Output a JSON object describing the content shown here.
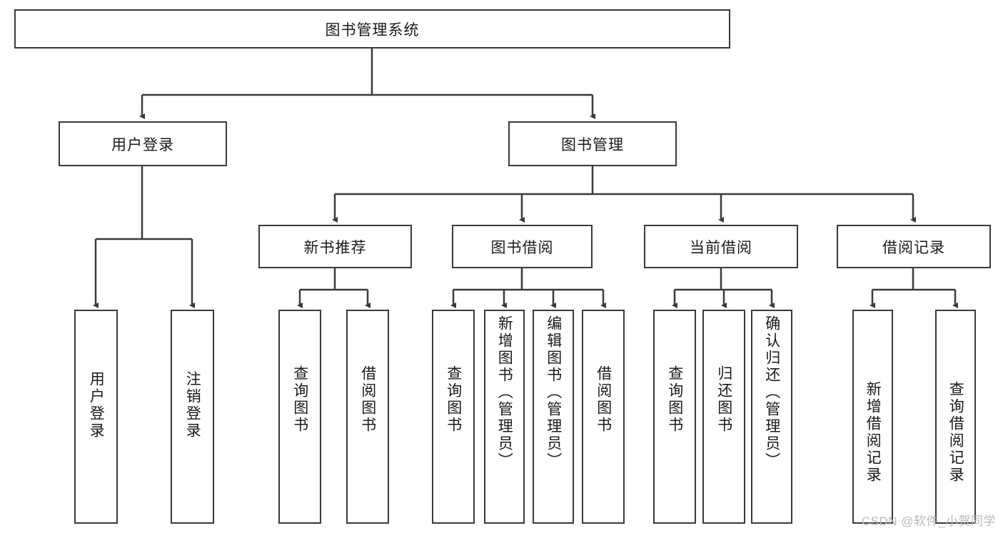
{
  "diagram": {
    "type": "tree-hierarchy",
    "title": "图书管理系统",
    "watermark": "CSDN @软件_小贺同学",
    "colors": {
      "box_border": "#3a3a3a",
      "box_fill": "#ffffff",
      "edge": "#3a3a3a",
      "text": "#1a1a1a",
      "watermark": "#b9b9b9"
    },
    "root": {
      "label": "图书管理系统"
    },
    "level2": [
      {
        "label": "用户登录"
      },
      {
        "label": "图书管理"
      }
    ],
    "level3": [
      {
        "label": "新书推荐"
      },
      {
        "label": "图书借阅"
      },
      {
        "label": "当前借阅"
      },
      {
        "label": "借阅记录"
      }
    ],
    "leaves": {
      "user_login": [
        {
          "label": "用户登录"
        },
        {
          "label": "注销登录"
        }
      ],
      "new_book": [
        {
          "label": "查询图书"
        },
        {
          "label": "借阅图书"
        }
      ],
      "borrow": [
        {
          "label": "查询图书"
        },
        {
          "label": "新增图书（管理员）"
        },
        {
          "label": "编辑图书（管理员）"
        },
        {
          "label": "借阅图书"
        }
      ],
      "current": [
        {
          "label": "查询图书"
        },
        {
          "label": "归还图书"
        },
        {
          "label": "确认归还（管理员）"
        }
      ],
      "records": [
        {
          "label": "新增借阅记录"
        },
        {
          "label": "查询借阅记录"
        }
      ]
    }
  }
}
